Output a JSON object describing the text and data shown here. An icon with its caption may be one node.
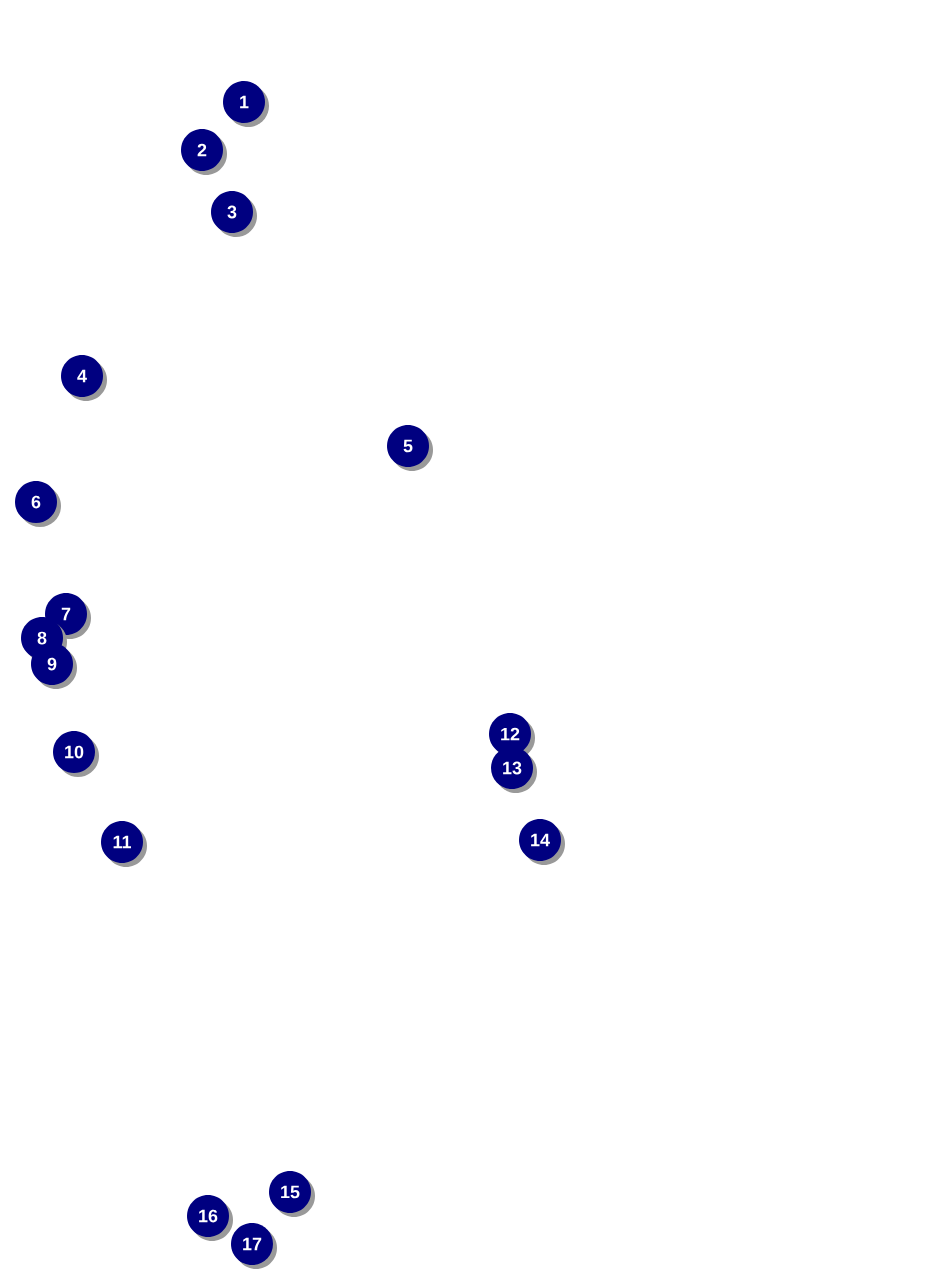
{
  "diagram": {
    "labels": [
      "1",
      "2",
      "3",
      "4",
      "5",
      "6",
      "7",
      "8",
      "9",
      "10",
      "11",
      "12",
      "13",
      "14",
      "15",
      "16",
      "17"
    ]
  }
}
